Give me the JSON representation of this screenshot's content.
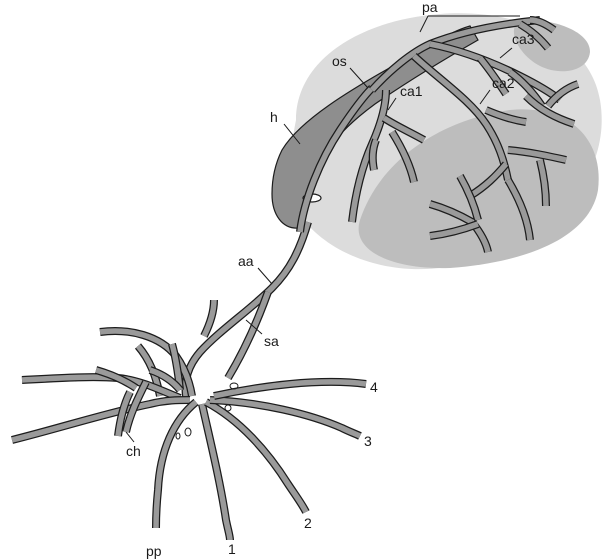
{
  "diagram": {
    "labels": {
      "pa": "pa",
      "ca3": "ca3",
      "os": "os",
      "ca1": "ca1",
      "ca2": "ca2",
      "h": "h",
      "aa": "aa",
      "sa": "sa",
      "ch": "ch",
      "pp": "pp",
      "n1": "1",
      "n2": "2",
      "n3": "3",
      "n4": "4"
    },
    "colors": {
      "outer_region": "#dcdcdc",
      "inner_region": "#bdbdbd",
      "dark_region": "#8e8e8e",
      "vessel_outline": "#1c1c1c",
      "vessel_fill": "#9a9a9a",
      "text": "#1a1a1a"
    }
  }
}
